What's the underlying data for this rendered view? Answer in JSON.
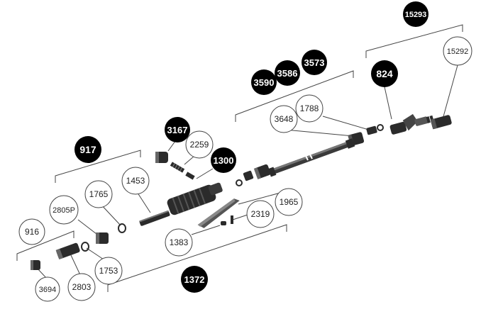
{
  "parts": {
    "p15293": "15293",
    "p15292": "15292",
    "p824": "824",
    "p3573": "3573",
    "p3586": "3586",
    "p3590": "3590",
    "p1788": "1788",
    "p3648": "3648",
    "p3167": "3167",
    "p2259": "2259",
    "p1300": "1300",
    "p917": "917",
    "p1453": "1453",
    "p1765": "1765",
    "p2805P": "2805P",
    "p916": "916",
    "p1965": "1965",
    "p2319": "2319",
    "p1383": "1383",
    "p1753": "1753",
    "p3694": "3694",
    "p2803": "2803",
    "p1372": "1372"
  },
  "colors": {
    "part_fill": "#2b2b2b",
    "part_mid": "#555555",
    "bubble_black": "#000000",
    "line": "#444444"
  }
}
